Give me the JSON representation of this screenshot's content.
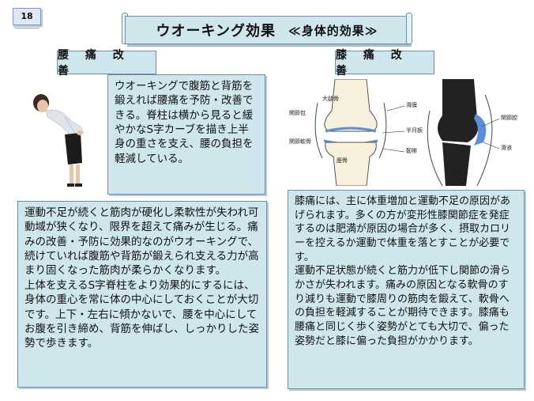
{
  "page_number": "18",
  "title": {
    "main": "ウオーキング効果",
    "sub": "≪身体的効果≫"
  },
  "left": {
    "heading": "腰 痛 改 善",
    "upper_text": "ウオーキングで腹筋と背筋を鍛えれば腰痛を予防・改善できる。脊柱は横から見ると緩やかなS字カーブを描き上半身の重さを支え、腰の負担を軽減している。",
    "lower_text_1": "運動不足が続くと筋肉が硬化し柔軟性が失われ可動域が狭くなり、限界を超えて痛みが生じる。痛みの改善・予防に効果的なのがウオーキングで、続けていれば腹筋や背筋が鍛えられ支える力が高まり固くなった筋肉が柔らかくなります。",
    "lower_text_2": "上体を支えるS字脊柱をより効果的にするには、身体の重心を常に体の中心にしておくことが大切です。上下・左右に傾かないで、腰を中心にしてお腹を引き締め、背筋を伸ばし、しっかりした姿勢で歩きます。"
  },
  "right": {
    "heading": "膝 痛 改 善",
    "text_1": "膝痛には、主に体重増加と運動不足の原因があげられます。多くの方が変形性膝関節症を発症するのは肥満が原因の場合が多く、摂取カロリーを控えるか運動で体重を落とすことが必要です。",
    "text_2": "運動不足状態が続くと筋力が低下し関節の滑らかさが失われます。痛みの原因となる軟骨のすり減りも運動で膝周りの筋肉を鍛えて、軟骨への負担を軽減することが期待できます。膝痛も腰痛と同じく歩く姿勢がとても大切で、偏った姿勢だと膝に偏った負担がかかります。"
  },
  "knee_labels": {
    "femur": "大腿骨",
    "tibia": "脛骨",
    "joint_capsule": "関節包",
    "joint_cartilage": "関節軟骨",
    "synovium": "滑膜",
    "meniscus": "半月板",
    "ligament": "靭帯",
    "cavity": "関節腔",
    "fluid": "滑液"
  },
  "colors": {
    "panel_bg": "#cfe6ec",
    "panel_border": "#6f8fa6",
    "cartilage_blue": "#5b8fd8"
  }
}
